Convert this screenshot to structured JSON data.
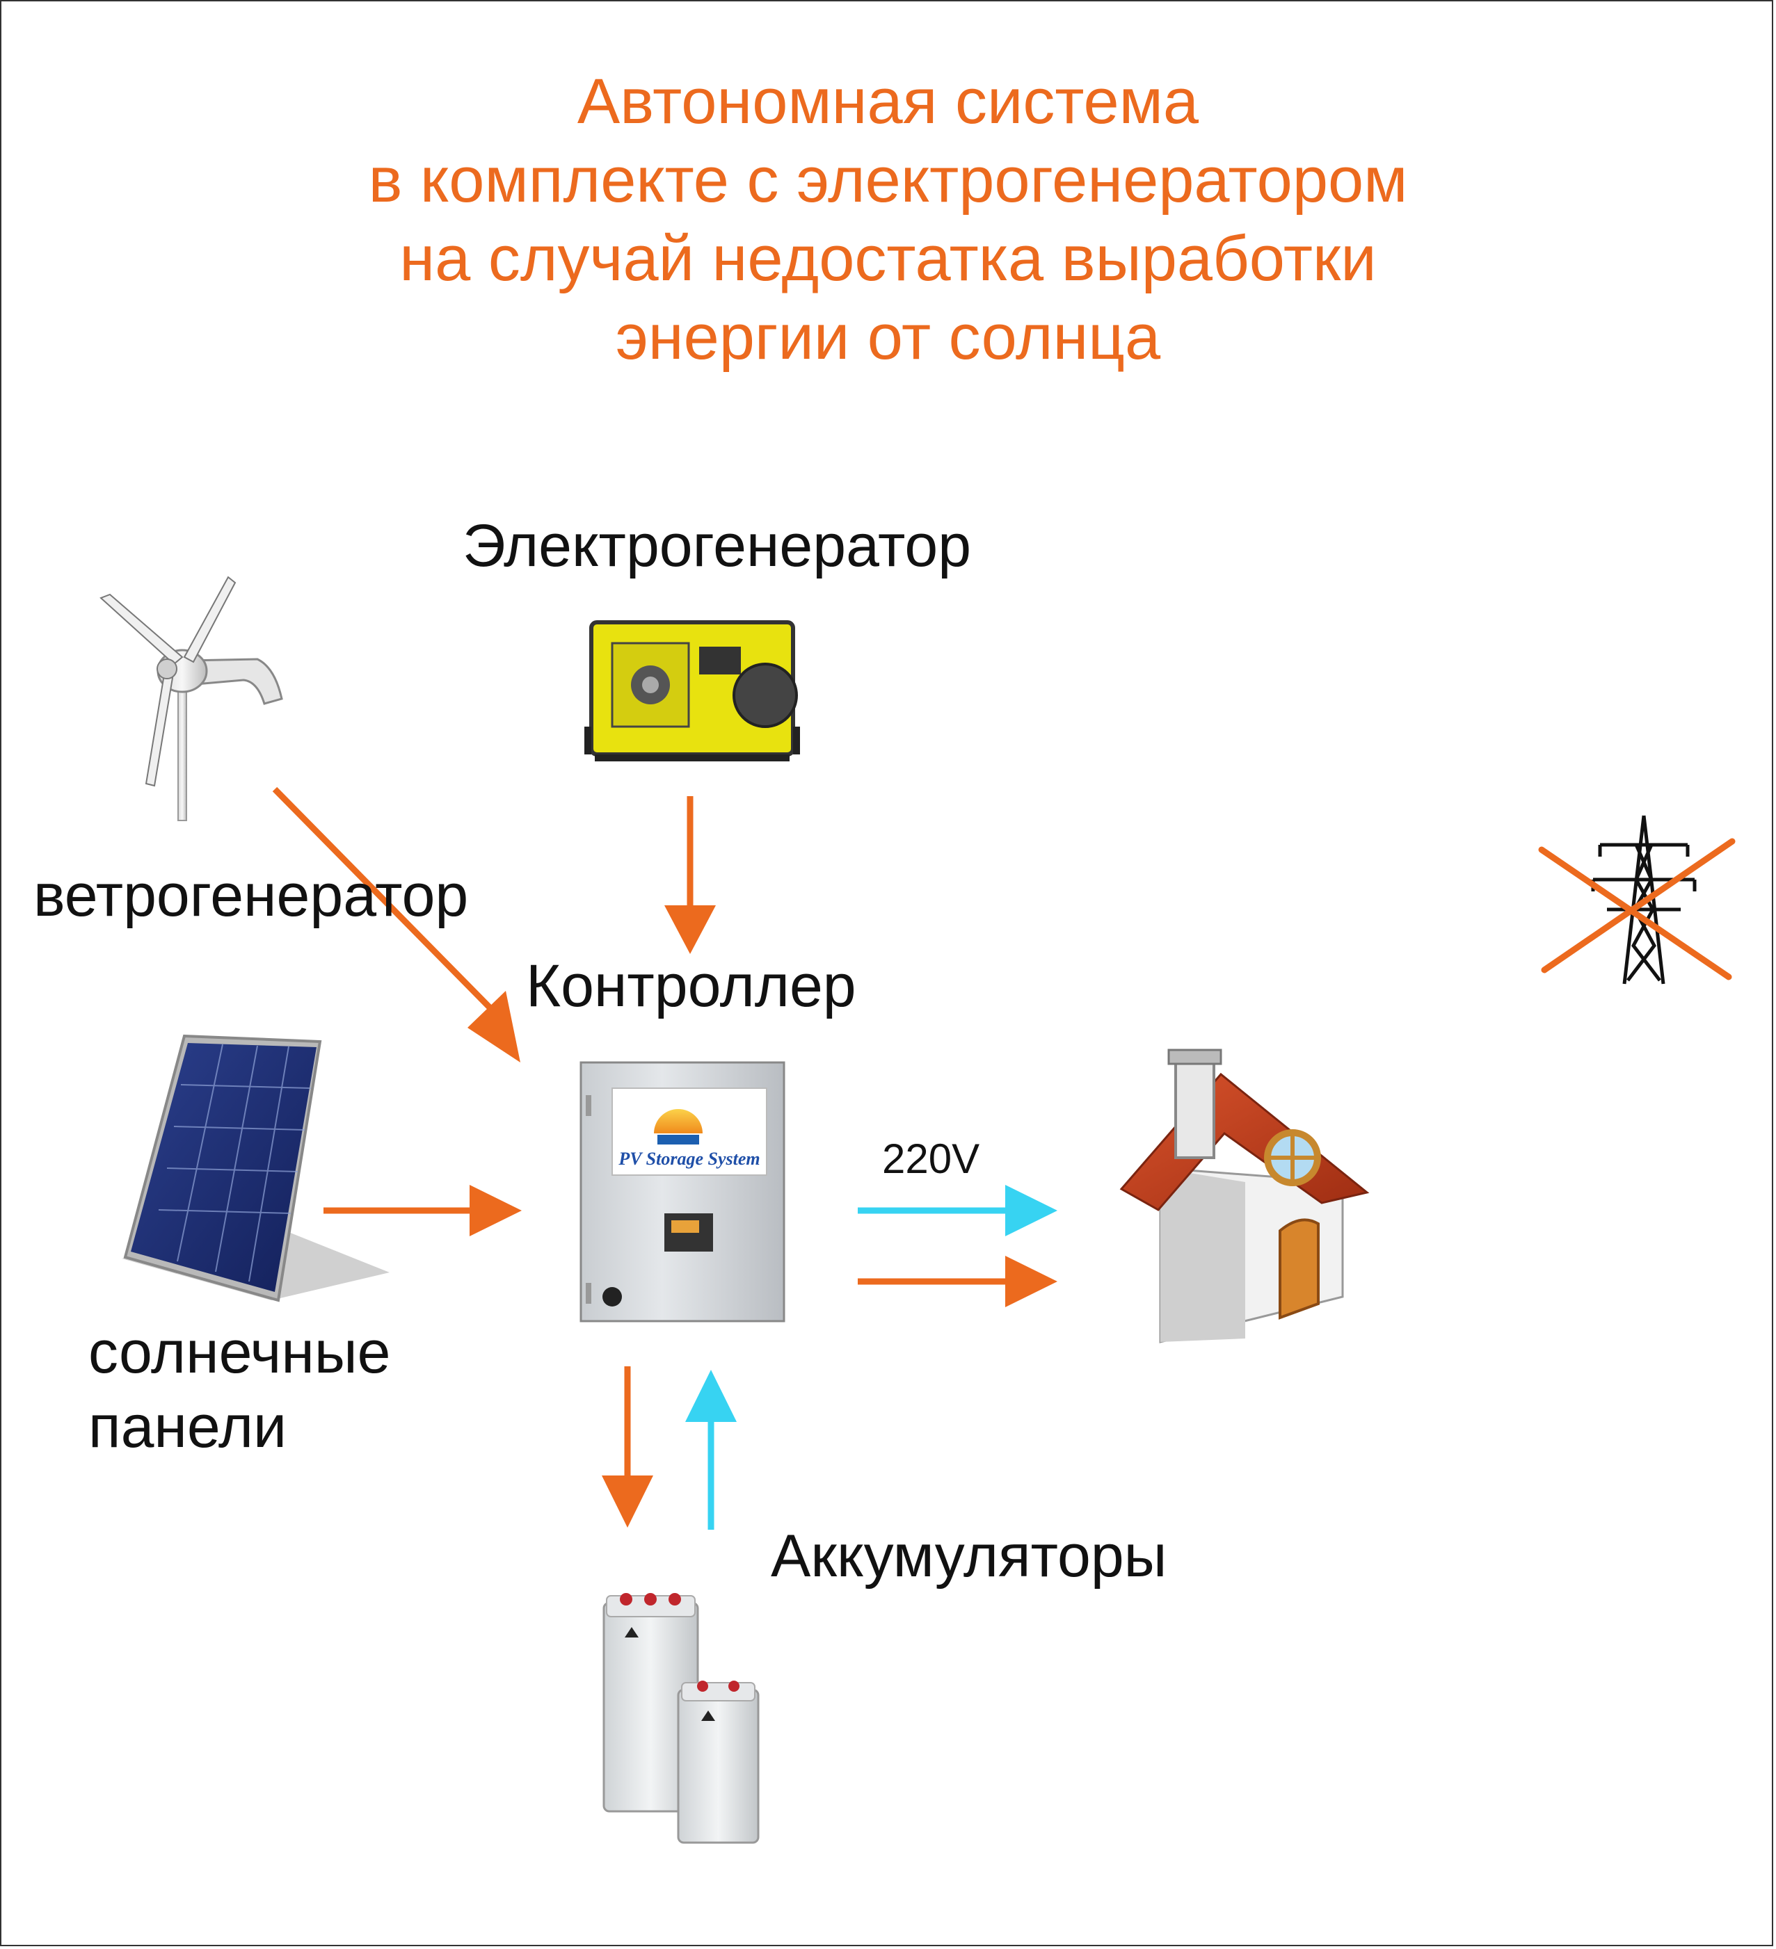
{
  "title": {
    "line1": "Автономная система",
    "line2": "в комплекте с электрогенератором",
    "line3": "на случай недостатка выработки",
    "line4": "энергии от солнца"
  },
  "labels": {
    "generator": "Электрогенератор",
    "wind": "ветрогенератор",
    "controller": "Контроллер",
    "solar_line1": "солнечные",
    "solar_line2": "панели",
    "batteries": "Аккумуляторы",
    "voltage": "220V"
  },
  "device_texts": {
    "controller_brand": "PV Storage System"
  },
  "icons": {
    "wind": "wind-turbine-icon",
    "generator": "generator-icon",
    "solar": "solar-panel-icon",
    "controller": "controller-cabinet-icon",
    "house": "house-icon",
    "batteries": "battery-icon",
    "grid": "power-pylon-crossed-icon"
  },
  "colors": {
    "orange": "#EC6A1E",
    "cyan": "#37D3F2",
    "text": "#111111"
  }
}
